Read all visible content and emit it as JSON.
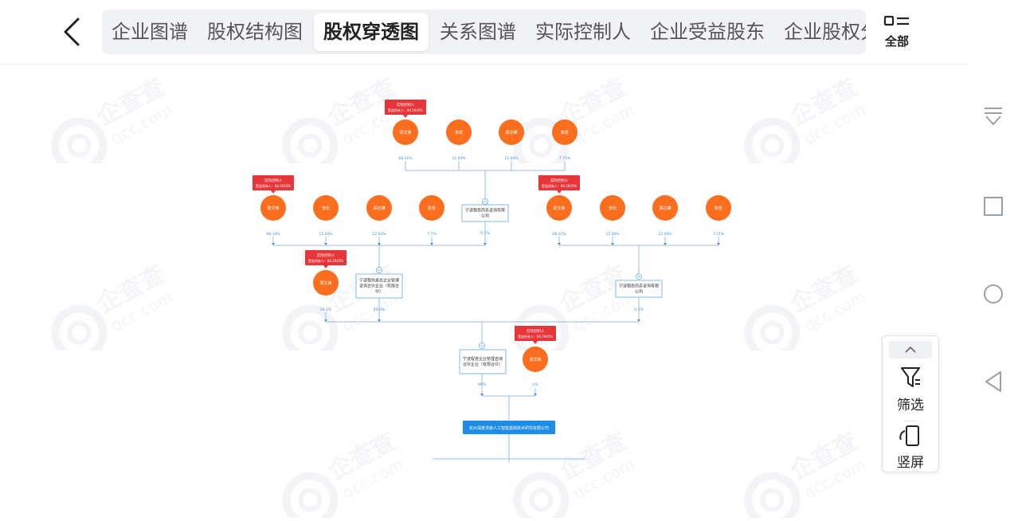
{
  "tabs": [
    {
      "label": "企业图谱",
      "active": false
    },
    {
      "label": "股权结构图",
      "active": false
    },
    {
      "label": "股权穿透图",
      "active": true
    },
    {
      "label": "关系图谱",
      "active": false
    },
    {
      "label": "实际控制人",
      "active": false
    },
    {
      "label": "企业受益股东",
      "active": false
    },
    {
      "label": "企业股权分布",
      "active": false
    }
  ],
  "all_label": "全部",
  "side_panel": {
    "filter_label": "筛选",
    "portrait_label": "竖屏"
  },
  "watermark": {
    "text": "企查查",
    "domain": "qcc.com"
  },
  "colors": {
    "accent_orange": "#fa6e1e",
    "tag_red": "#e8353a",
    "company_blue": "#1d8de8",
    "box_border": "#66a8e8",
    "line_blue": "#8fb3e0"
  },
  "chart": {
    "tag_line1": "实际控制人",
    "tag_line2": "受益所有人：84.2945%",
    "persons": [
      "梁文锋",
      "李欢",
      "郑达韡",
      "陈哲"
    ],
    "row1_pct": [
      "68.21%",
      "12.04%",
      "12.04%",
      "7.71%"
    ],
    "row2_left_pct": [
      "68.14%",
      "12.03%",
      "12.03%",
      "7.7%",
      "0.1%"
    ],
    "row2_right_pct": [
      "68.21%",
      "12.04%",
      "12.04%",
      "7.71%"
    ],
    "row3_pct": [
      "50.1%",
      "49.9%",
      "0.1%"
    ],
    "row4_pct": [
      "99%",
      "1%"
    ],
    "company_a": "宁波程恩商务咨询有限公司",
    "company_b": "宁波程信柔兆企业管理咨询合伙企业（有限合伙）",
    "company_c": "宁波程恩商务咨询有限公司",
    "company_d": "宁波程普企业管理咨询合伙企业（有限合伙）",
    "target_company": "杭州深度求索人工智能基础技术研究有限公司"
  }
}
